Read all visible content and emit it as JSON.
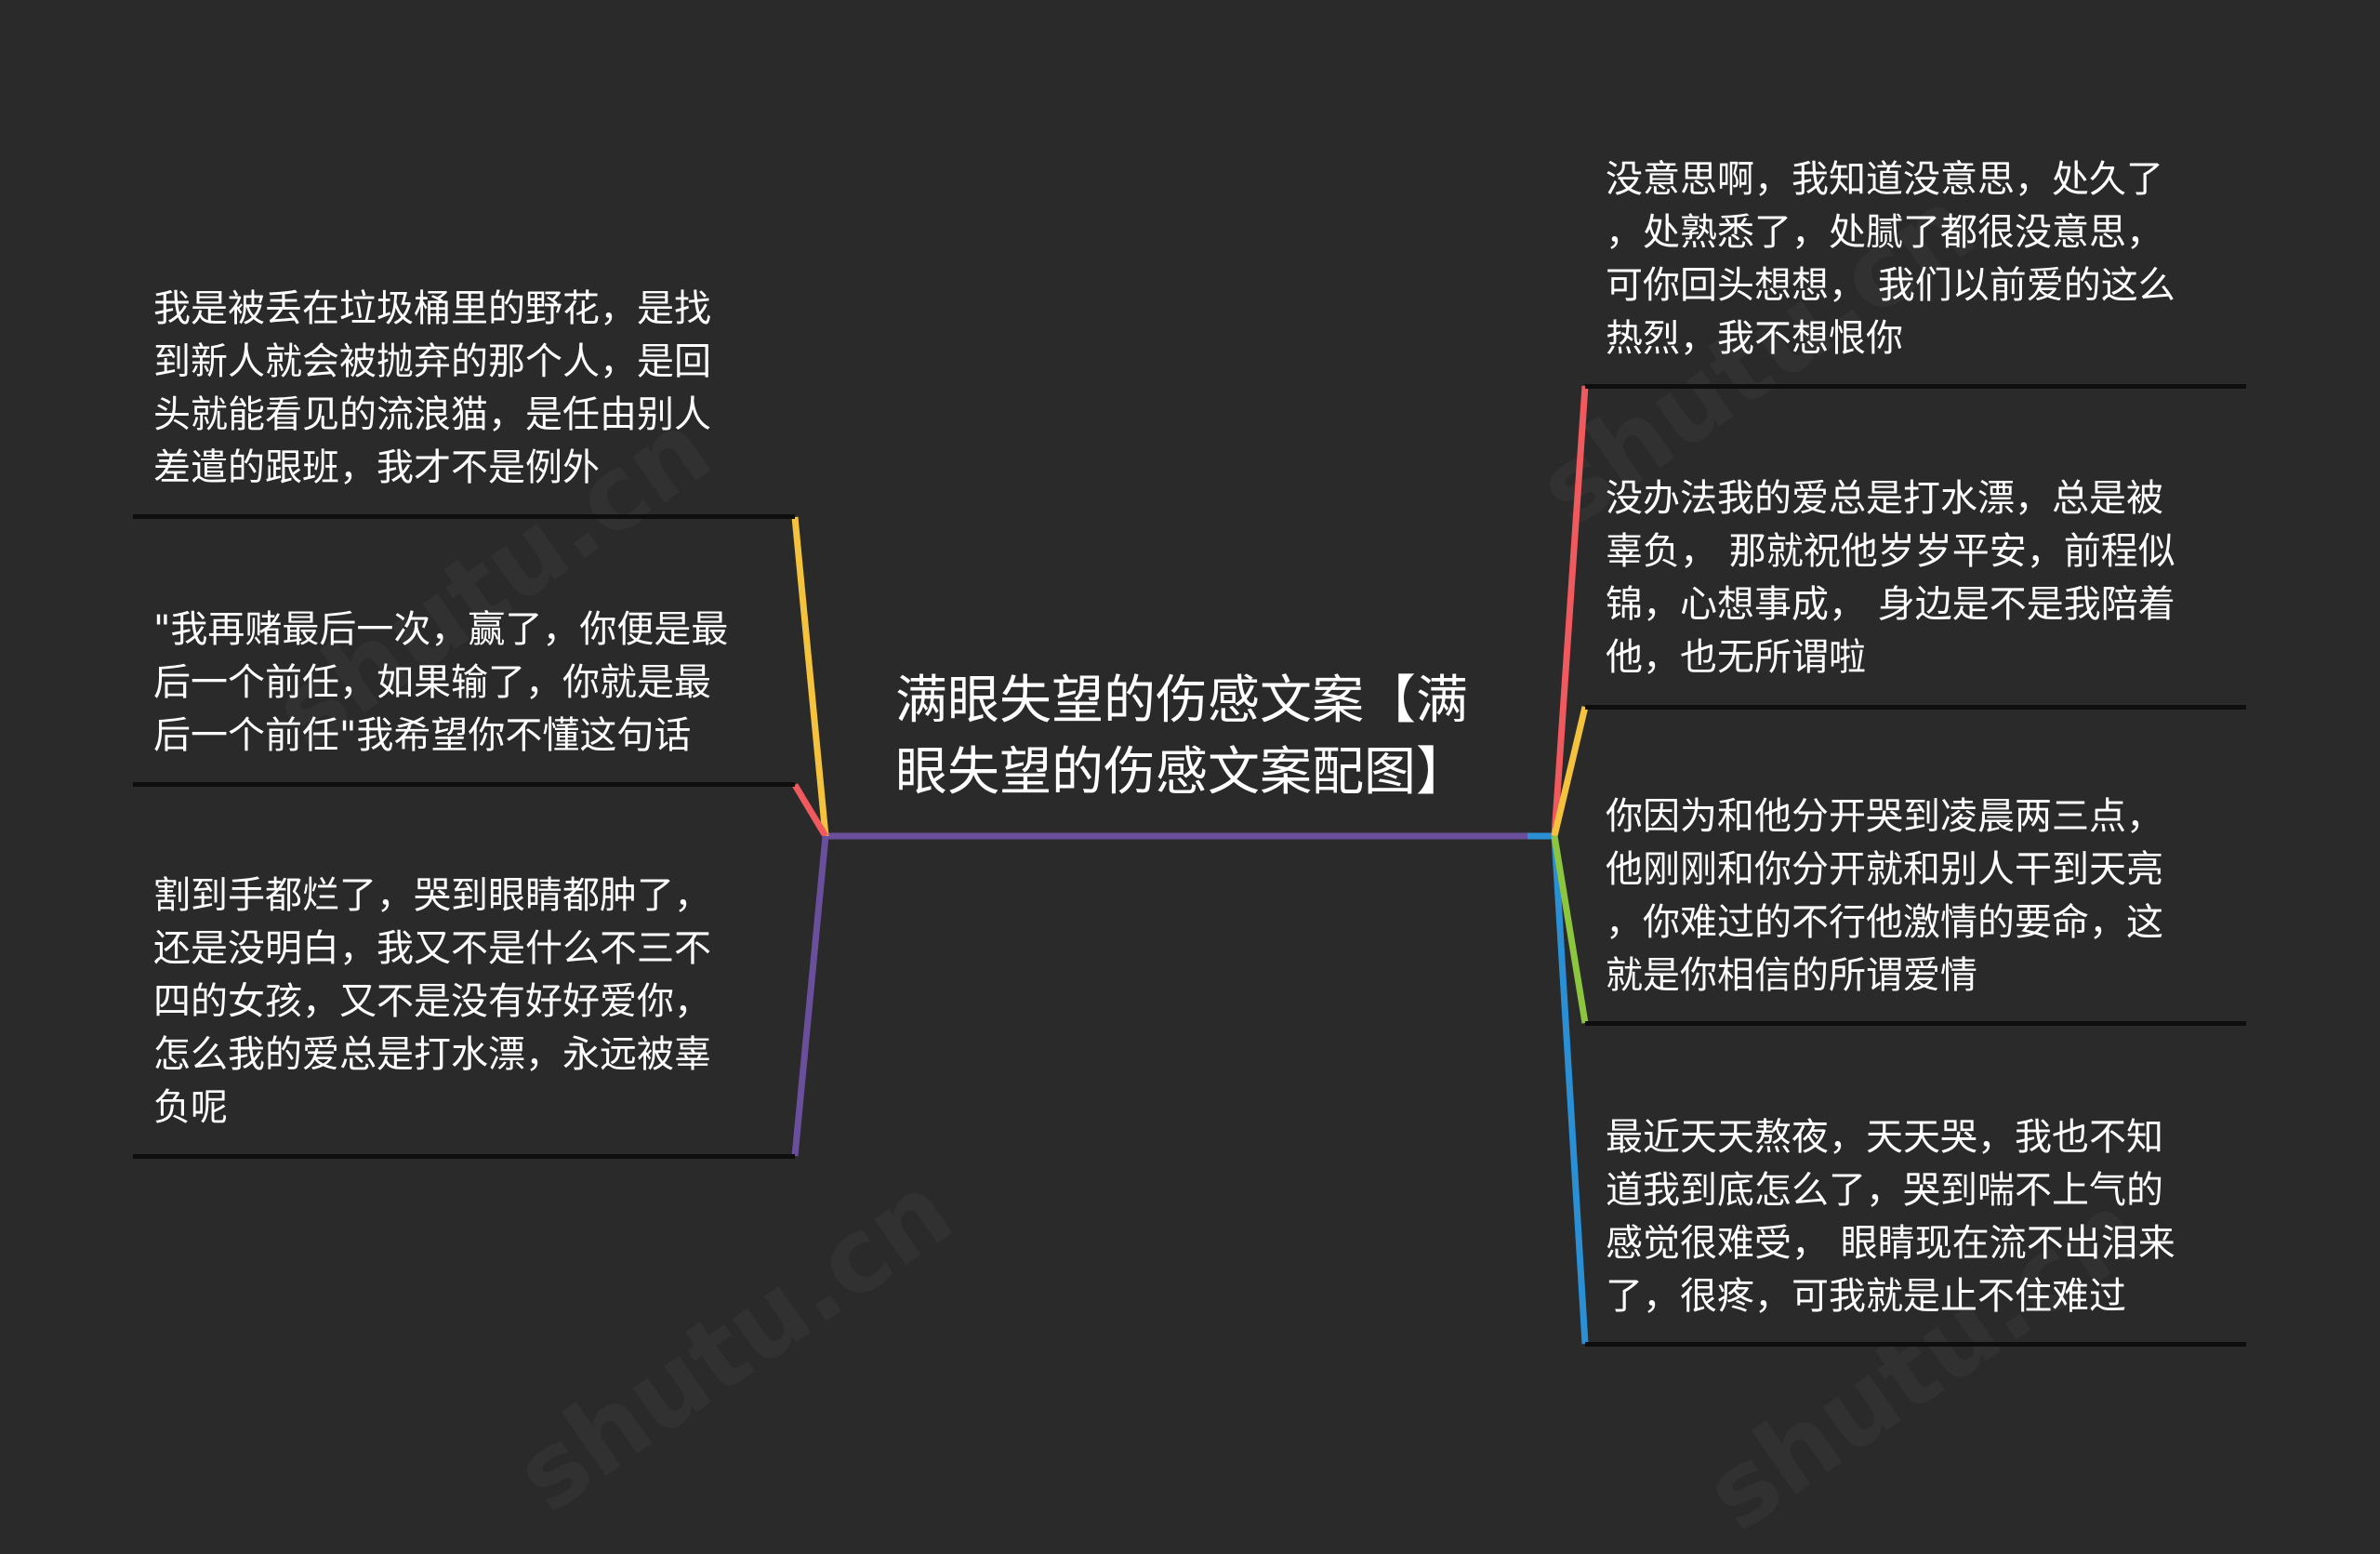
{
  "mindmap": {
    "central_topic": "满眼失望的伤感文案【满\n眼失望的伤感文案配图】",
    "left_nodes": [
      {
        "text": "我是被丢在垃圾桶里的野花，是找\n到新人就会被抛弃的那个人，是回\n头就能看见的流浪猫，是任由别人\n差遣的跟班，我才不是例外",
        "connector_color": "#f5c23e"
      },
      {
        "text": "\"我再赌最后一次，赢了，你便是最\n后一个前任，如果输了，你就是最\n后一个前任\"我希望你不懂这句话",
        "connector_color": "#f0595e"
      },
      {
        "text": "割到手都烂了，哭到眼睛都肿了，\n还是没明白，我又不是什么不三不\n四的女孩，又不是没有好好爱你，\n怎么我的爱总是打水漂，永远被辜\n负呢",
        "connector_color": "#6a4f9c"
      }
    ],
    "right_nodes": [
      {
        "text": "没意思啊，我知道没意思，处久了\n，处熟悉了，处腻了都很没意思，\n可你回头想想， 我们以前爱的这么\n热烈，我不想恨你",
        "connector_color": "#f0595e"
      },
      {
        "text": "没办法我的爱总是打水漂，总是被\n辜负， 那就祝他岁岁平安，前程似\n锦，心想事成， 身边是不是我陪着\n他，也无所谓啦",
        "connector_color": "#f5c23e"
      },
      {
        "text": "你因为和他分开哭到凌晨两三点，\n他刚刚和你分开就和别人干到天亮\n，你难过的不行他激情的要命，这\n就是你相信的所谓爱情",
        "connector_color": "#8cc63f"
      },
      {
        "text": "最近天天熬夜，天天哭，我也不知\n道我到底怎么了，哭到喘不上气的\n感觉很难受， 眼睛现在流不出泪来\n了，很疼，可我就是止不住难过",
        "connector_color": "#2a8fd4"
      }
    ],
    "trunk_colors": {
      "main": "#6a4f9c",
      "right_end": "#2a8fd4"
    },
    "background_color": "#2a2a2a",
    "underline_color": "#0e0e0e"
  }
}
